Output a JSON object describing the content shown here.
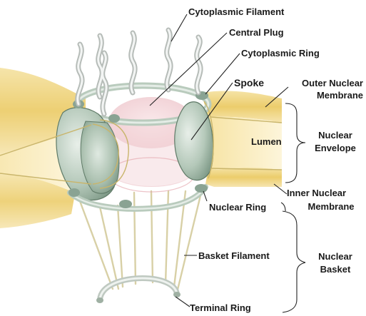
{
  "labels": {
    "cytoplasmic_filament": "Cytoplasmic Filament",
    "central_plug": "Central Plug",
    "cytoplasmic_ring": "Cytoplasmic Ring",
    "spoke": "Spoke",
    "outer_nuclear_membrane_1": "Outer Nuclear",
    "outer_nuclear_membrane_2": "Membrane",
    "lumen": "Lumen",
    "nuclear_envelope_1": "Nuclear",
    "nuclear_envelope_2": "Envelope",
    "inner_nuclear_membrane_1": "Inner Nuclear",
    "inner_nuclear_membrane_2": "Membrane",
    "nuclear_ring": "Nuclear Ring",
    "basket_filament": "Basket Filament",
    "nuclear_basket_1": "Nuclear",
    "nuclear_basket_2": "Basket",
    "terminal_ring": "Terminal Ring"
  },
  "colors": {
    "membrane_yellow": "#f2d98a",
    "membrane_deep": "#e9c862",
    "lumen_pale": "#fbf1cf",
    "pore_green": "#a9bfae",
    "pore_dark": "#6f8c7a",
    "plug_pink": "#f0c4c9",
    "filament_grey": "#d7dcd9",
    "basket_cream": "#ece6c4"
  }
}
